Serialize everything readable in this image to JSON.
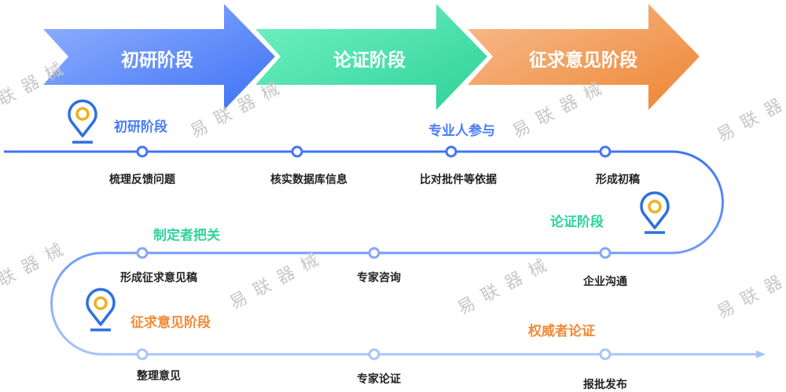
{
  "arrows": [
    {
      "label": "初研阶段",
      "color_start": "#8fb0ff",
      "color_end": "#3f73f5"
    },
    {
      "label": "论证阶段",
      "color_start": "#6cf0c2",
      "color_end": "#33d49a"
    },
    {
      "label": "征求意见阶段",
      "color_start": "#f7b98a",
      "color_end": "#ee8a3a"
    }
  ],
  "stages": {
    "stage1": "初研阶段",
    "participants": "专业人参与",
    "stage2": "论证阶段",
    "setters": "制定者把关",
    "stage3": "征求意见阶段",
    "authority": "权威者论证"
  },
  "row1": [
    "梳理反馈问题",
    "核实数据库信息",
    "比对批件等依据",
    "形成初稿"
  ],
  "row2": [
    "形成征求意见稿",
    "专家咨询",
    "企业沟通"
  ],
  "row3": [
    "整理意见",
    "专家论证",
    "报批发布"
  ],
  "watermark": "易联器械",
  "colors": {
    "blue": "#4a7cf6",
    "green": "#2fd39a",
    "orange": "#f08a35",
    "pin_ring": "#f2b01e"
  }
}
